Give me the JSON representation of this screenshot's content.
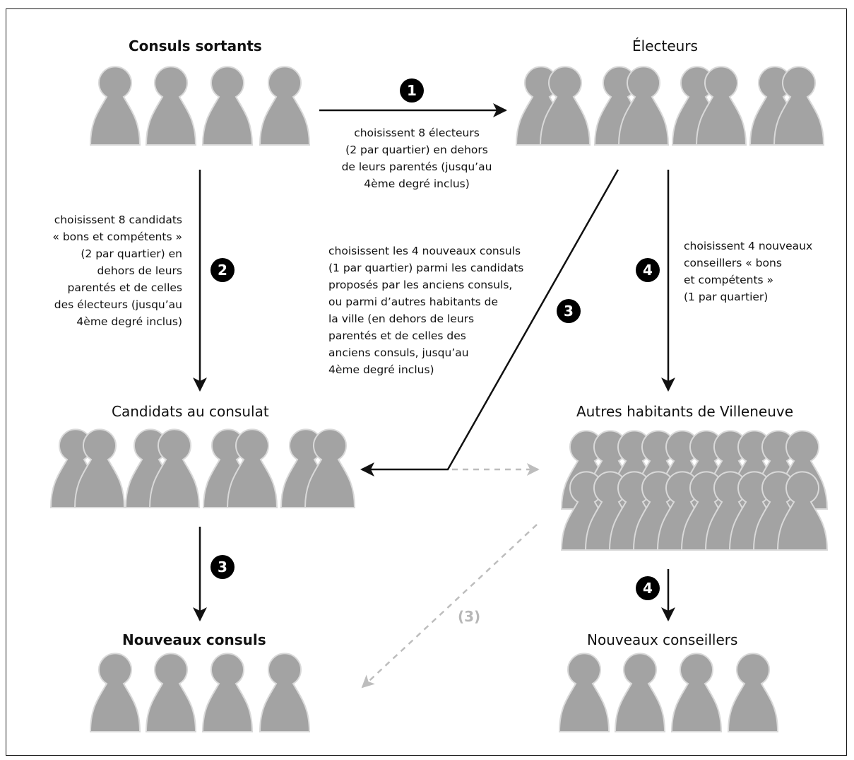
{
  "groups": {
    "consuls_sortants": "Consuls sortants",
    "electeurs": "Électeurs",
    "candidats": "Candidats au consulat",
    "autres_habitants": "Autres habitants de Villeneuve",
    "nouveaux_consuls": "Nouveaux consuls",
    "nouveaux_conseillers": "Nouveaux conseillers"
  },
  "steps": {
    "s1": "1",
    "s2": "2",
    "s3a": "3",
    "s3b": "3",
    "s4a": "4",
    "s4b": "4",
    "s3_optional": "(3)"
  },
  "descriptions": {
    "step1": [
      "choisissent 8 électeurs",
      "(2 par quartier) en dehors",
      "de leurs parentés (jusqu’au",
      "4ème degré inclus)"
    ],
    "step2": [
      "choisissent 8 candidats",
      "« bons et compétents »",
      "(2 par quartier) en",
      "dehors de leurs",
      "parentés et de celles",
      "des électeurs (jusqu’au",
      "4ème degré inclus)"
    ],
    "step3": [
      "choisissent les 4 nouveaux consuls",
      "(1 par quartier) parmi les candidats",
      "proposés par les anciens consuls,",
      "ou parmi d’autres habitants de",
      "la ville (en dehors de leurs",
      "parentés et de celles des",
      "anciens consuls, jusqu’au",
      "4ème degré inclus)"
    ],
    "step4": [
      "choisissent 4 nouveaux",
      "conseillers « bons",
      "et compétents »",
      "(1 par quartier)"
    ]
  },
  "colors": {
    "figure_fill": "#a3a3a3",
    "figure_stroke": "#d9d9d9",
    "arrow": "#111111",
    "dashed_arrow": "#bdbdbd",
    "badge": "#000000"
  }
}
